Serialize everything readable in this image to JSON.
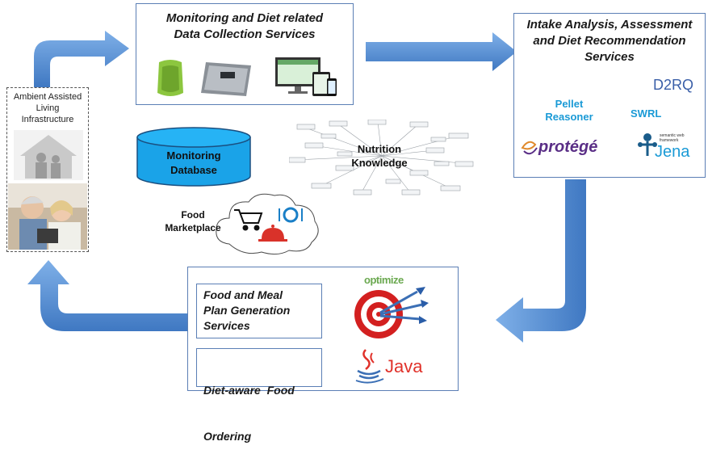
{
  "nodes": {
    "ambient": {
      "label_lines": [
        "Ambient Assisted",
        "Living",
        "Infrastructure"
      ]
    },
    "monitoring_services": {
      "title_lines": [
        "Monitoring and Diet related",
        "Data Collection Services"
      ]
    },
    "intake_services": {
      "title_lines": [
        "Intake Analysis, Assessment",
        "and Diet Recommendation",
        "Services"
      ]
    },
    "monitoring_db": {
      "label_lines": [
        "Monitoring",
        "Database"
      ]
    },
    "nutrition": {
      "label_lines": [
        "Nutrition",
        "Knowledge"
      ]
    },
    "food_marketplace": {
      "label_lines": [
        "Food",
        "Marketplace"
      ]
    },
    "meal_plan": {
      "title_lines": [
        "Food and Meal",
        "Plan Generation",
        "Services"
      ]
    },
    "food_ordering": {
      "title_lines": [
        "Diet-aware  Food",
        "Ordering"
      ]
    }
  },
  "tools": {
    "d2rq": "D2RQ",
    "pellet_lines": [
      "Pellet",
      "Reasoner"
    ],
    "swrl": "SWRL",
    "protege": "protégé",
    "jena": "Jena",
    "jena_caption_lines": [
      "semantic web",
      "framework"
    ],
    "optimize": "optimize",
    "java": "Java"
  },
  "colors": {
    "arrow": "#4a86d0",
    "box_border": "#5b7fb5",
    "db_fill": "#1aa3e8",
    "tool_blue": "#1a9ad6",
    "java_red": "#e0312a",
    "protege_purple": "#5a2e86"
  }
}
